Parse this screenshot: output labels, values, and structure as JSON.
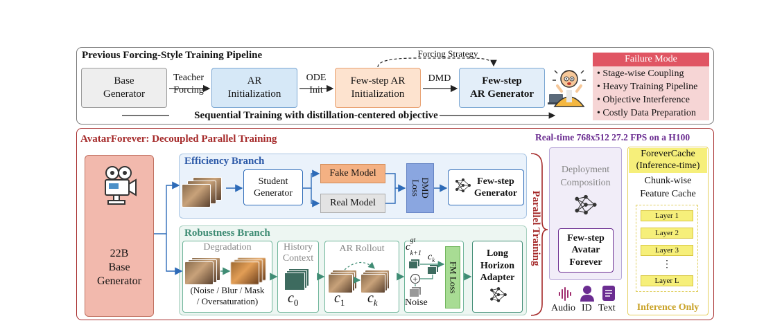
{
  "top": {
    "title": "Previous Forcing-Style Training Pipeline",
    "base_generator": "Base\nGenerator",
    "teacher_forcing": "Teacher\nForcing",
    "ar_init": "AR\nInitialization",
    "ode_init": "ODE\nInit",
    "fewstep_ar_init": "Few-step AR\nInitialization",
    "forcing_strategy": "Forcing Strategy",
    "dmd": "DMD",
    "fewstep_ar_gen": "Few-step\nAR Generator",
    "sequential": "Sequential Training with distillation-centered objective",
    "failure_title": "Failure Mode",
    "failures": [
      "• Stage-wise Coupling",
      "• Heavy Training Pipeline",
      "• Objective Interference",
      "• Costly Data Preparation"
    ]
  },
  "bottom": {
    "title": "AvatarForever: Decoupled Parallel Training",
    "realtime": "Real-time 768x512 27.2 FPS on a H100",
    "base": "22B\nBase\nGenerator",
    "parallel": "Parallel Training",
    "efficiency": {
      "title": "Efficiency Branch",
      "student": "Student\nGenerator",
      "fake": "Fake Model",
      "real": "Real Model",
      "dmd_loss": "DMD\nLoss",
      "fewstep": "Few-step\nGenerator"
    },
    "robustness": {
      "title": "Robustness Branch",
      "degradation": "Degradation",
      "degradation_desc": "(Noise / Blur / Mask\n/ Oversaturation)",
      "history": "History\nContext",
      "c0": "c",
      "c0_sub": "0",
      "ar_rollout": "AR Rollout",
      "c1": "c",
      "c1_sub": "1",
      "ck": "c",
      "ck_sub": "k",
      "ckgt": "c",
      "ckgt_sub": "k+1",
      "ckgt_sup": "gt",
      "ck_small": "c",
      "ck_small_sub": "k",
      "plus": "+",
      "noise": "Noise",
      "fm_loss": "FM Loss",
      "adapter": "Long\nHorizon\nAdapter"
    },
    "deployment": {
      "title": "Deployment\nComposition",
      "model": "Few-step\nAvatar\nForever",
      "audio": "Audio",
      "id": "ID",
      "text": "Text"
    },
    "cache": {
      "title": "ForeverCache\n(Inference-time)",
      "desc": "Chunk-wise\nFeature Cache",
      "layers": [
        "Layer 1",
        "Layer 2",
        "Layer 3",
        "⋮",
        "Layer L"
      ],
      "footer": "Inference Only"
    }
  },
  "colors": {
    "red_frame": "#a52a2a",
    "blue_title": "#2d5aa8",
    "green_title": "#3f8c74",
    "purple_text": "#6b2d91",
    "gold_text": "#c9a227",
    "failure_header": "#e05563",
    "failure_body": "#f6d5d5"
  }
}
